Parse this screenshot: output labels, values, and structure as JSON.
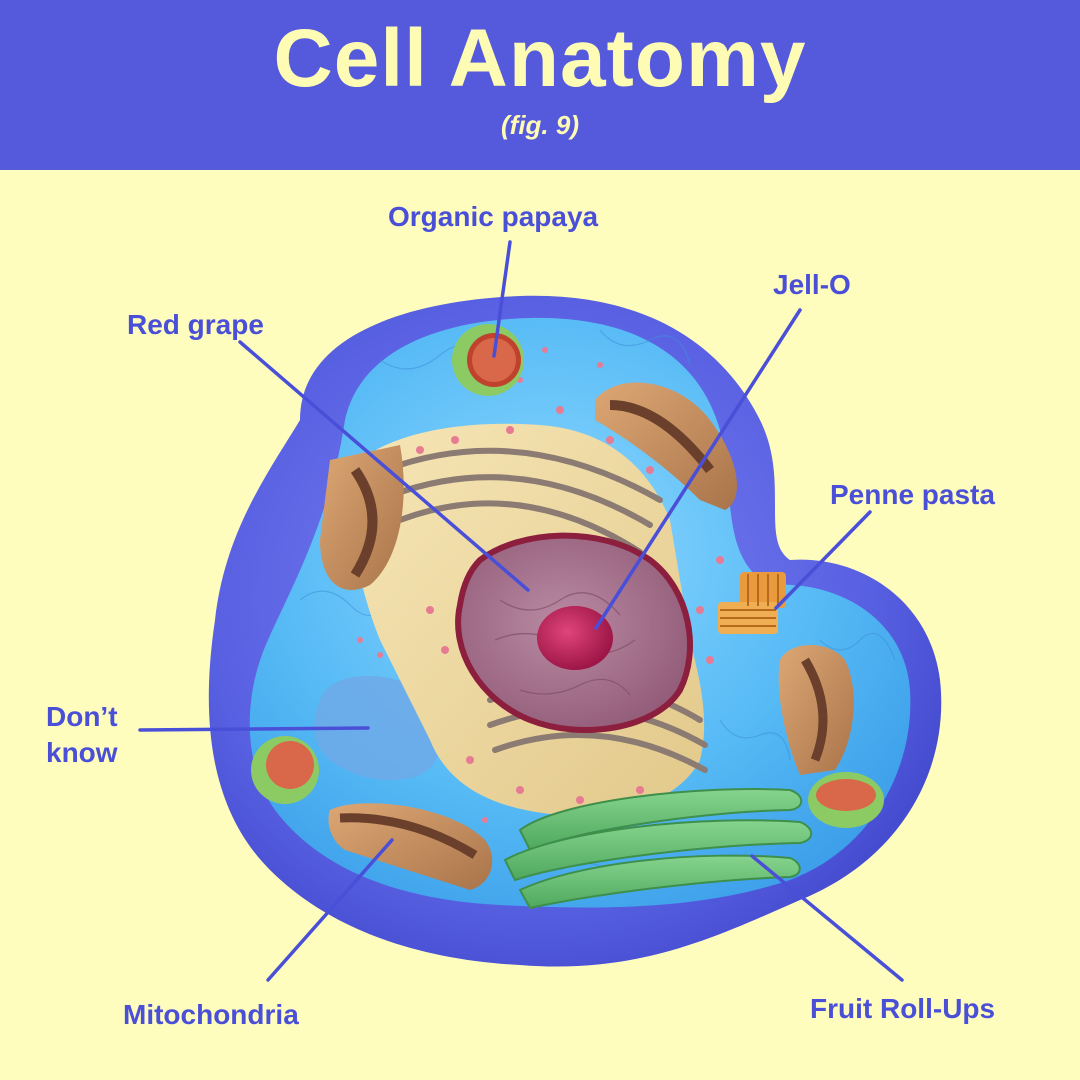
{
  "header": {
    "title": "Cell Anatomy",
    "subtitle": "(fig. 9)"
  },
  "labels": {
    "organic_papaya": "Organic papaya",
    "jell_o": "Jell-O",
    "red_grape": "Red grape",
    "penne_pasta": "Penne pasta",
    "dont_know_line1": "Don’t",
    "dont_know_line2": "know",
    "mitochondria": "Mitochondria",
    "fruit_roll_ups": "Fruit Roll-Ups"
  },
  "colors": {
    "header_bg": "#5559DC",
    "title_text": "#FEFCB4",
    "background": "#FFFDBE",
    "label_text": "#4A4FD8",
    "membrane": "#5A62E0",
    "cytoplasm": "#4FB4F2",
    "nucleus": "#A8748F",
    "nucleolus": "#C0265A",
    "golgi": "#6FC27A",
    "mitochondria": "#C9925E"
  }
}
